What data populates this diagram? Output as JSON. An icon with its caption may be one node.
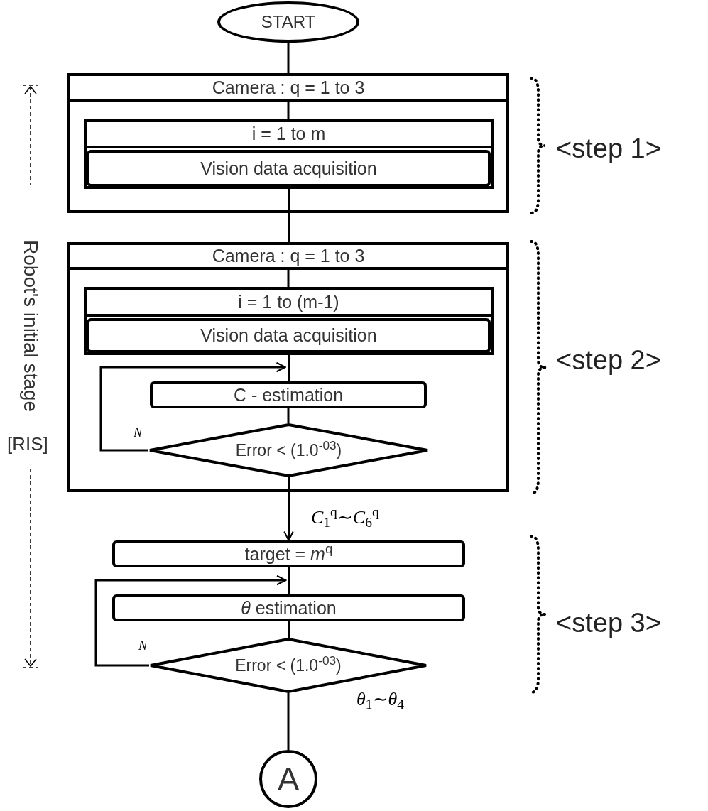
{
  "diagram": {
    "nodes": [
      {
        "text": [
          "START"
        ]
      },
      {
        "text": [
          "Camera : q = 1 to 3"
        ]
      },
      {
        "text": [
          "i = 1 to m"
        ],
        "in": 1
      },
      {
        "text": [
          "Vision data acquisition"
        ],
        "in": 2
      },
      {
        "text": [
          "Camera : q = 1 to 3"
        ]
      },
      {
        "text": [
          "i = 1 to (m-1)"
        ],
        "in": 4
      },
      {
        "text": [
          "Vision data acquisition"
        ],
        "in": 5
      },
      {
        "text": [
          "C -  estimation"
        ],
        "in": 4
      },
      {
        "text": [
          "Error < (1.0$^{-03}$)"
        ],
        "in": 4
      },
      {
        "text": [
          "target = *m*$^{q}$"
        ]
      },
      {
        "text": [
          "*θ* estimation"
        ]
      },
      {
        "text": [
          "Error < (1.0$^{-03}$)"
        ]
      },
      {
        "text": [
          "A"
        ]
      }
    ],
    "edges": [
      {
        "from": 0,
        "to": 1,
        "arrow": "none"
      },
      {
        "from": 1,
        "to": 2,
        "arrow": "none"
      },
      {
        "from": 3,
        "to": 4,
        "arrow": "none"
      },
      {
        "from": 4,
        "to": 5,
        "arrow": "none"
      },
      {
        "from": 6,
        "to": 7,
        "arrow": "none"
      },
      {
        "from": 7,
        "to": 8,
        "arrow": "none"
      },
      {
        "from": 8,
        "to": 7,
        "arrow": "to",
        "label": "*N*"
      },
      {
        "from": 8,
        "to": 9,
        "arrow": "to",
        "label": "*C*$_{1}$$^{q}$∼*C*$_{6}$$^{q}$"
      },
      {
        "from": 9,
        "to": 10,
        "arrow": "none"
      },
      {
        "from": 10,
        "to": 11,
        "arrow": "none"
      },
      {
        "from": 11,
        "to": 10,
        "arrow": "to",
        "label": "*N*"
      },
      {
        "from": 11,
        "to": 12,
        "arrow": "none",
        "label": "*θ*$_{1}$∼*θ*$_{4}$"
      }
    ],
    "labels": [
      "Robot's initial stage",
      "[RIS]",
      "<step 1>",
      "<step 2>",
      "<step 3>"
    ]
  }
}
